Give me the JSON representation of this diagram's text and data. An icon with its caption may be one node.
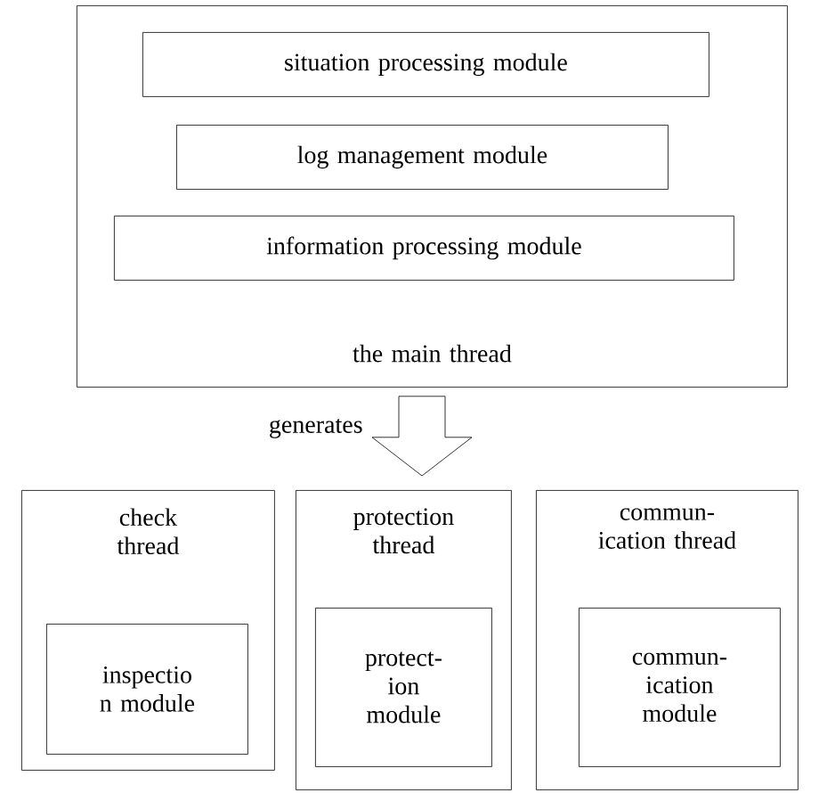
{
  "diagram": {
    "nodes": [
      {
        "text": [
          "the main thread"
        ]
      },
      {
        "text": [
          "situation processing module"
        ],
        "in": 0
      },
      {
        "text": [
          "log management module"
        ],
        "in": 0
      },
      {
        "text": [
          "information processing module"
        ],
        "in": 0
      },
      {
        "text": [
          "check thread"
        ]
      },
      {
        "text": [
          "inspectio n module"
        ],
        "in": 4
      },
      {
        "text": [
          "protection thread"
        ]
      },
      {
        "text": [
          "protect- ion module"
        ],
        "in": 6
      },
      {
        "text": [
          "commun- ication thread"
        ]
      },
      {
        "text": [
          "commun- ication module"
        ],
        "in": 8
      }
    ],
    "edges": [
      {
        "from": 0,
        "to": 6,
        "arrow": "to",
        "label": "generates"
      }
    ]
  }
}
